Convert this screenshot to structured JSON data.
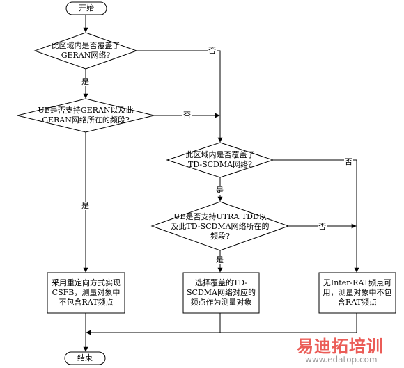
{
  "nodes": {
    "start": "开始",
    "d1": "此区域内是否覆盖了\nGERAN网络?",
    "d2": "UE是否支持GERAN以及此\nGERAN网络所在的频段?",
    "d3": "此区域内是否覆盖了\nTD-SCDMA网络?",
    "d4": "UE是否支持UTRA TDD以\n及此TD-SCDMA网络所在的\n频段?",
    "p1": "采用重定向方式实现\nCSFB，测量对象中\n不包含RAT频点",
    "p2": "选择覆盖的TD-\nSCDMA网络对应的\n频点作为测量对象",
    "p3": "无Inter-RAT频点可\n用，测量对象中不包\n含RAT频点",
    "end": "结束"
  },
  "edges": {
    "yes": "是",
    "no": "否"
  },
  "watermark": {
    "brand": "易迪拓培训",
    "url": "www.edatop.com",
    "color_red": "#e8403a",
    "color_gray": "#9a9a9a"
  }
}
